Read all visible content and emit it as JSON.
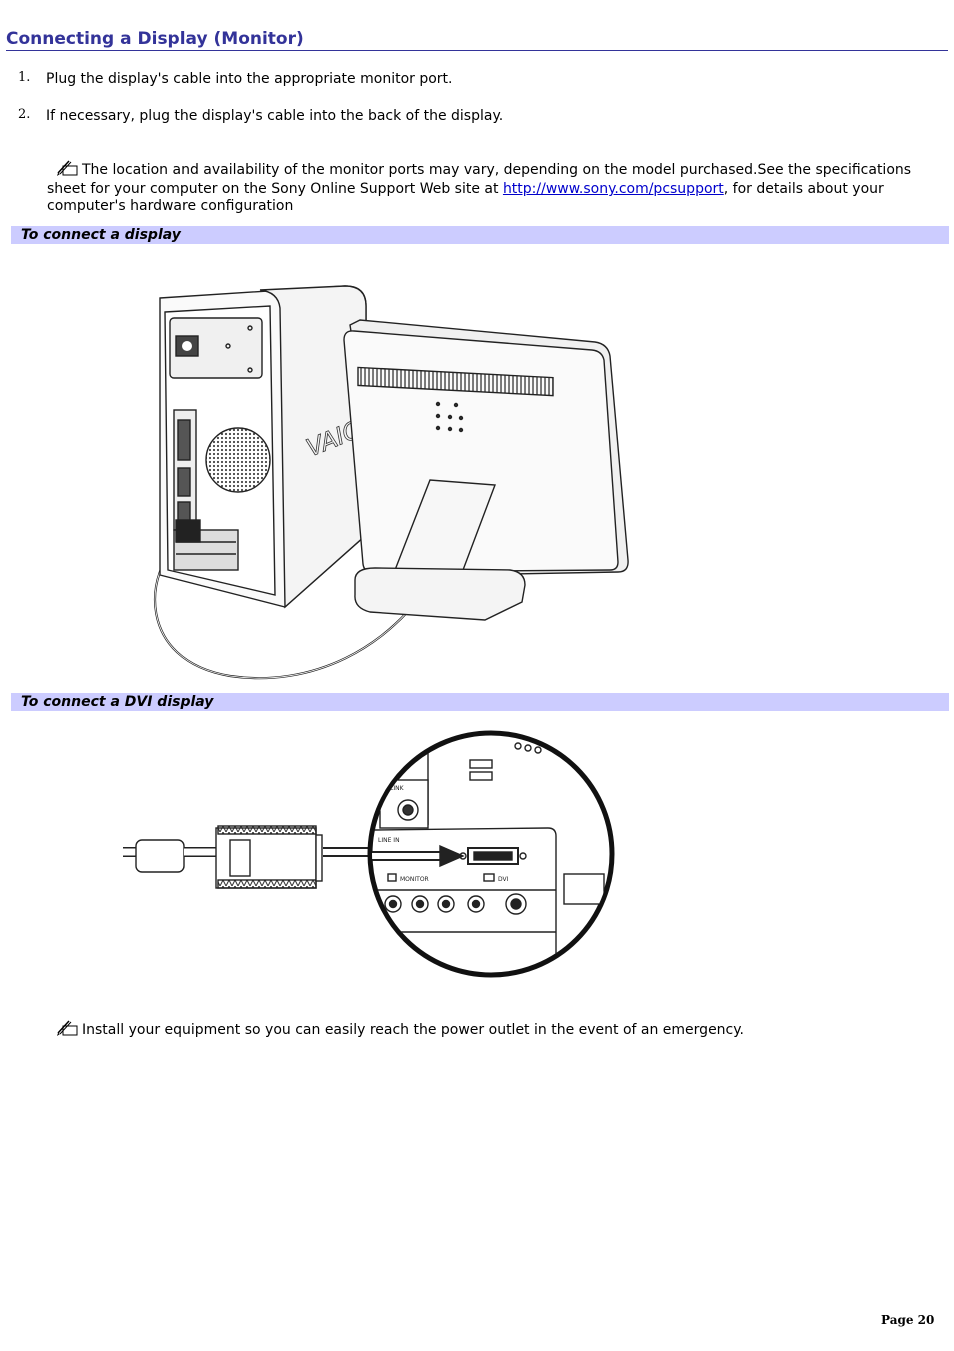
{
  "title": "Connecting a Display (Monitor)",
  "steps": [
    {
      "num": "1.",
      "text": "Plug the display's cable into the appropriate monitor port."
    },
    {
      "num": "2.",
      "text": "If necessary, plug the display's cable into the back of the display."
    }
  ],
  "note1": {
    "icon": "note-pencil-icon",
    "text_before": "The location and availability of the monitor ports may vary, depending on the model purchased.See the specifications sheet for your computer on the Sony Online Support Web site at ",
    "link": "http://www.sony.com/pcsupport",
    "text_after": ", for details about your computer's hardware configuration"
  },
  "sections": [
    {
      "heading": "To connect a display"
    },
    {
      "heading": "To connect a DVI display"
    }
  ],
  "figure1": {
    "brand": "VAIO"
  },
  "figure2": {
    "labels": {
      "link": "LINK",
      "line_in": "LINE IN",
      "monitor": "MONITOR",
      "dvi": "DVI"
    }
  },
  "note2": {
    "icon": "note-pencil-icon",
    "text": "Install your equipment so you can easily reach the power outlet in the event of an emergency."
  },
  "footer": {
    "page": "Page 20"
  },
  "colors": {
    "title": "#333399",
    "section_bg": "#ccccff",
    "link": "#0000cc"
  }
}
